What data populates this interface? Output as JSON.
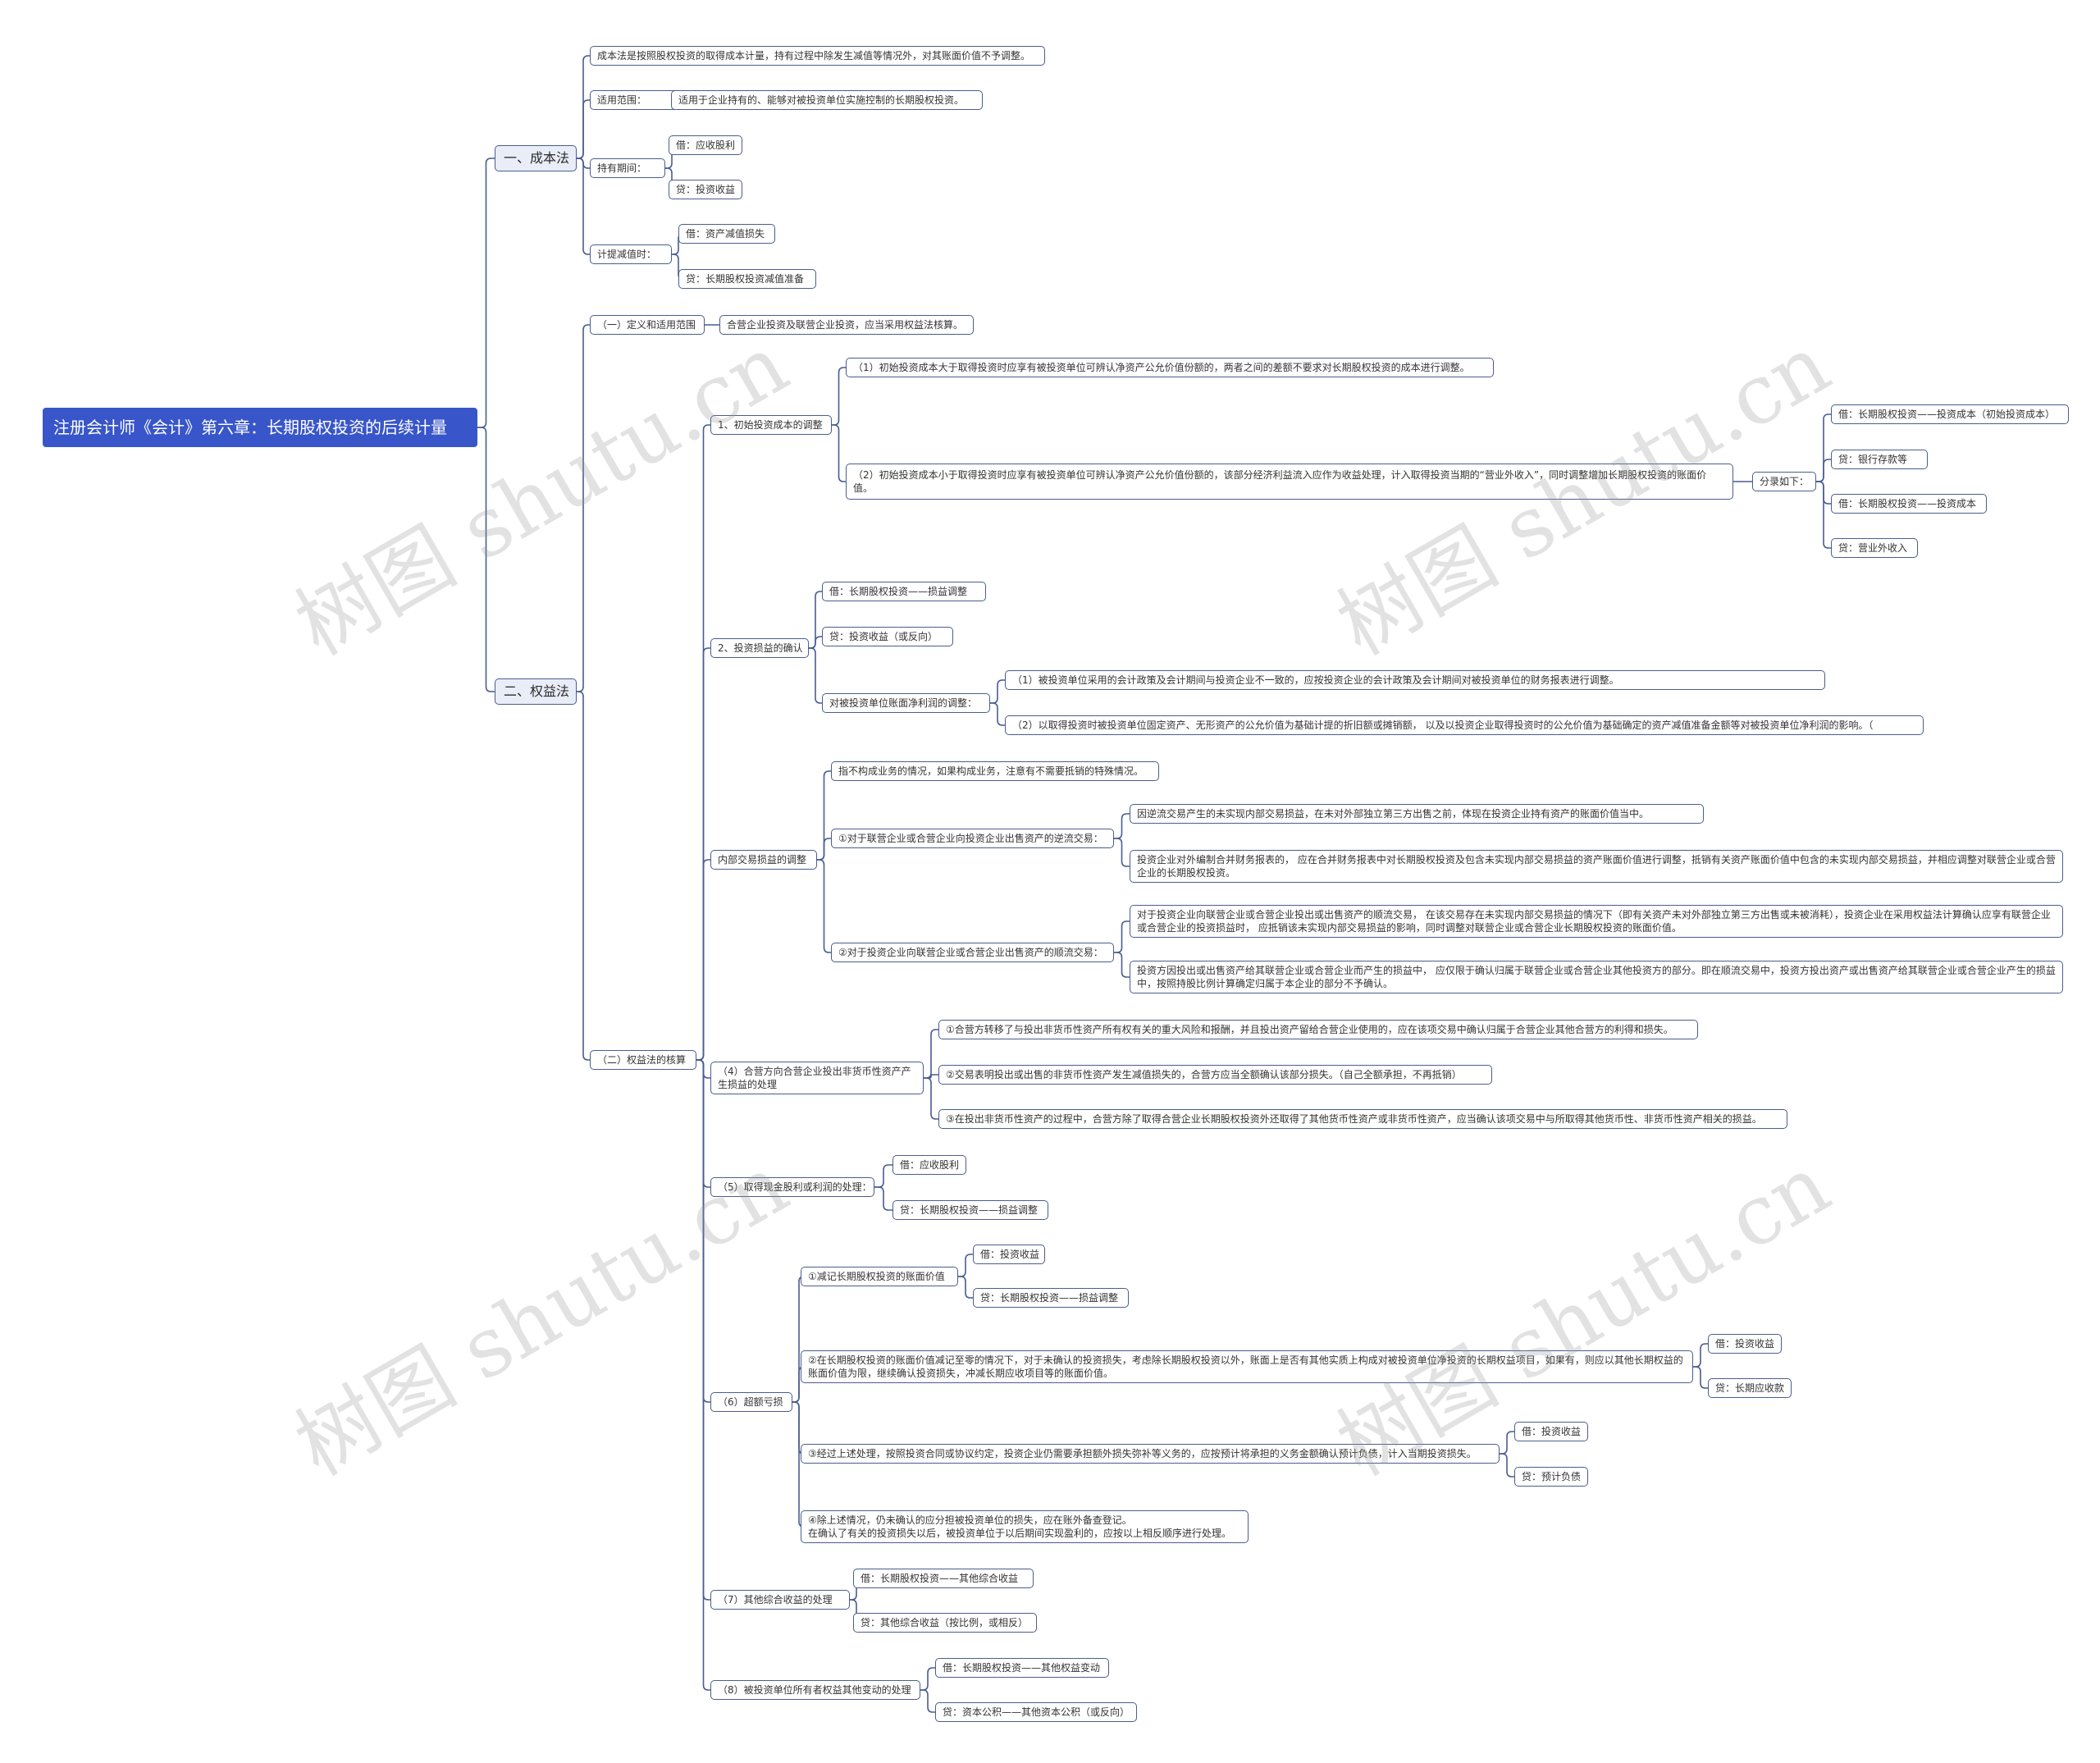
{
  "watermark": "树图 shutu.cn",
  "colors": {
    "root": "#3856c9",
    "line": "#4a5d8f",
    "l1_fill": "#e9edf7"
  },
  "nodes": {
    "root": "注册会计师《会计》第六章：长期股权投资的后续计量",
    "cost": "一、成本法",
    "cost_desc": "成本法是按照股权投资的取得成本计量，持有过程中除发生减值等情况外，对其账面价值不予调整。",
    "cost_scope": "适用范围：",
    "cost_scope_v": "适用于企业持有的、能够对被投资单位实施控制的长期股权投资。",
    "cost_hold": "持有期间：",
    "cost_hold_d": "借：应收股利",
    "cost_hold_c": "贷：投资收益",
    "cost_imp": "计提减值时：",
    "cost_imp_d": "借：资产减值损失",
    "cost_imp_c": "贷：长期股权投资减值准备",
    "eq": "二、权益法",
    "eq_def": "（一）定义和适用范围",
    "eq_def_v": "合营企业投资及联营企业投资，应当采用权益法核算。",
    "eq_acc": "（二）权益法的核算",
    "e1": "1、初始投资成本的调整",
    "e1a": "（1）初始投资成本大于取得投资时应享有被投资单位可辨认净资产公允价值份额的，两者之间的差额不要求对长期股权投资的成本进行调整。",
    "e1b": "（2）初始投资成本小于取得投资时应享有被投资单位可辨认净资产公允价值份额的，该部分经济利益流入应作为收益处理，计入取得投资当期的“营业外收入”，同时调整增加长期股权投资的账面价值。",
    "e1b_j": "分录如下：",
    "e1b_j1": "借：长期股权投资——投资成本（初始投资成本）",
    "e1b_j2": "贷：银行存款等",
    "e1b_j3": "借：长期股权投资——投资成本",
    "e1b_j4": "贷：营业外收入",
    "e2": "2、投资损益的确认",
    "e2a": "借：长期股权投资——损益调整",
    "e2b": "贷：投资收益（或反向）",
    "e2c": "对被投资单位账面净利润的调整：",
    "e2c1": "（1）被投资单位采用的会计政策及会计期间与投资企业不一致的，应按投资企业的会计政策及会计期间对被投资单位的财务报表进行调整。",
    "e2c2": "（2）以取得投资时被投资单位固定资产、无形资产的公允价值为基础计提的折旧额或摊销额， 以及以投资企业取得投资时的公允价值为基础确定的资产减值准备金额等对被投资单位净利润的影响。（",
    "e3": "内部交易损益的调整",
    "e3a": "指不构成业务的情况，如果构成业务，注意有不需要抵销的特殊情况。",
    "e3b": "①对于联营企业或合营企业向投资企业出售资产的逆流交易：",
    "e3b1": "因逆流交易产生的未实现内部交易损益，在未对外部独立第三方出售之前，体现在投资企业持有资产的账面价值当中。",
    "e3b2": "投资企业对外编制合并财务报表的， 应在合并财务报表中对长期股权投资及包含未实现内部交易损益的资产账面价值进行调整，抵销有关资产账面价值中包含的未实现内部交易损益，并相应调整对联营企业或合营企业的长期股权投资。",
    "e3c": "②对于投资企业向联营企业或合营企业出售资产的顺流交易：",
    "e3c1": "对于投资企业向联营企业或合营企业投出或出售资产的顺流交易， 在该交易存在未实现内部交易损益的情况下（即有关资产未对外部独立第三方出售或未被消耗），投资企业在采用权益法计算确认应享有联营企业或合营企业的投资损益时， 应抵销该未实现内部交易损益的影响，同时调整对联营企业或合营企业长期股权投资的账面价值。",
    "e3c2": "投资方因投出或出售资产给其联营企业或合营企业而产生的损益中， 应仅限于确认归属于联营企业或合营企业其他投资方的部分。即在顺流交易中，投资方投出资产或出售资产给其联营企业或合营企业产生的损益中，按照持股比例计算确定归属于本企业的部分不予确认。",
    "e4": "（4）合营方向合营企业投出非货币性资产产生损益的处理",
    "e4a": "①合营方转移了与投出非货币性资产所有权有关的重大风险和报酬，并且投出资产留给合营企业使用的，应在该项交易中确认归属于合营企业其他合营方的利得和损失。",
    "e4b": "②交易表明投出或出售的非货币性资产发生减值损失的，合营方应当全额确认该部分损失。（自己全额承担，不再抵销）",
    "e4c": "③在投出非货币性资产的过程中，合营方除了取得合营企业长期股权投资外还取得了其他货币性资产或非货币性资产，应当确认该项交易中与所取得其他货币性、非货币性资产相关的损益。",
    "e5": "（5）取得现金股利或利润的处理：",
    "e5a": "借：应收股利",
    "e5b": "贷：长期股权投资——损益调整",
    "e6": "（6）超额亏损",
    "e6a": "①减记长期股权投资的账面价值",
    "e6a1": "借：投资收益",
    "e6a2": "贷：长期股权投资——损益调整",
    "e6b": "②在长期股权投资的账面价值减记至零的情况下，对于未确认的投资损失，考虑除长期股权投资以外，账面上是否有其他实质上构成对被投资单位净投资的长期权益项目，如果有，则应以其他长期权益的账面价值为限，继续确认投资损失，冲减长期应收项目等的账面价值。",
    "e6b1": "借：投资收益",
    "e6b2": "贷：长期应收款",
    "e6c": "③经过上述处理，按照投资合同或协议约定，投资企业仍需要承担额外损失弥补等义务的，应按预计将承担的义务金额确认预计负债，计入当期投资损失。",
    "e6c1": "借：投资收益",
    "e6c2": "贷：预计负债",
    "e6d": "④除上述情况，仍未确认的应分担被投资单位的损失，应在账外备查登记。\n在确认了有关的投资损失以后，被投资单位于以后期间实现盈利的，应按以上相反顺序进行处理。",
    "e7": "（7）其他综合收益的处理",
    "e7a": "借：长期股权投资——其他综合收益",
    "e7b": "贷：其他综合收益（按比例，或相反）",
    "e8": "（8）被投资单位所有者权益其他变动的处理",
    "e8a": "借：长期股权投资——其他权益变动",
    "e8b": "贷：资本公积——其他资本公积（或反向）"
  }
}
